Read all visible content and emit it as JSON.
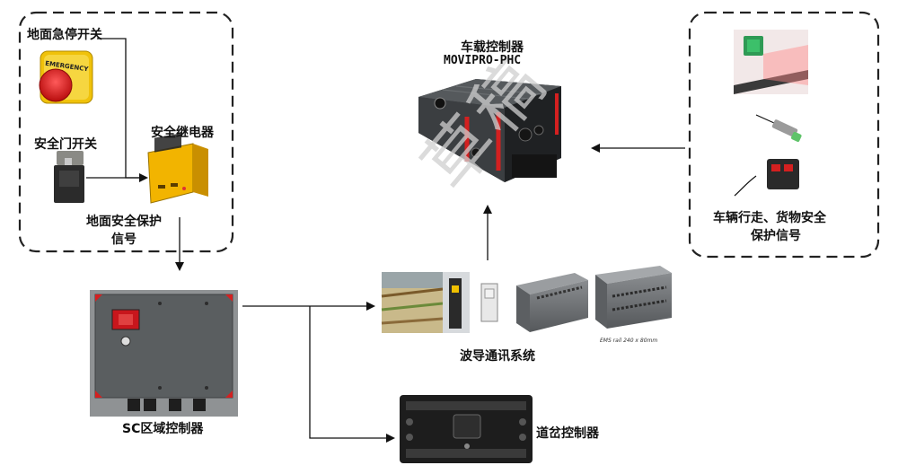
{
  "labels": {
    "emergency_stop": "地面急停开关",
    "estop_text": "EMERGENCY",
    "safety_door": "安全门开关",
    "safety_relay": "安全继电器",
    "ground_signal_line1": "地面安全保护",
    "ground_signal_line2": "信号",
    "vehicle_controller_line1": "车载控制器",
    "vehicle_controller_line2": "MOVIPRO-PHC",
    "vehicle_signal_line1": "车辆行走、货物安全",
    "vehicle_signal_line2": "保护信号",
    "sc_controller": "SC区域控制器",
    "waveguide": "波导通讯系统",
    "ems_rail": "EMS rail 240 x 80mm",
    "switch_controller": "道岔控制器",
    "watermark": "草稿"
  },
  "colors": {
    "dashed_border": "#222222",
    "connector": "#111111",
    "relay_yellow": "#f2b400",
    "accent_red": "#d42020",
    "device_gray": "#4a4d50",
    "device_dark": "#1c1c1c",
    "sensor_green": "#3aa05a"
  }
}
